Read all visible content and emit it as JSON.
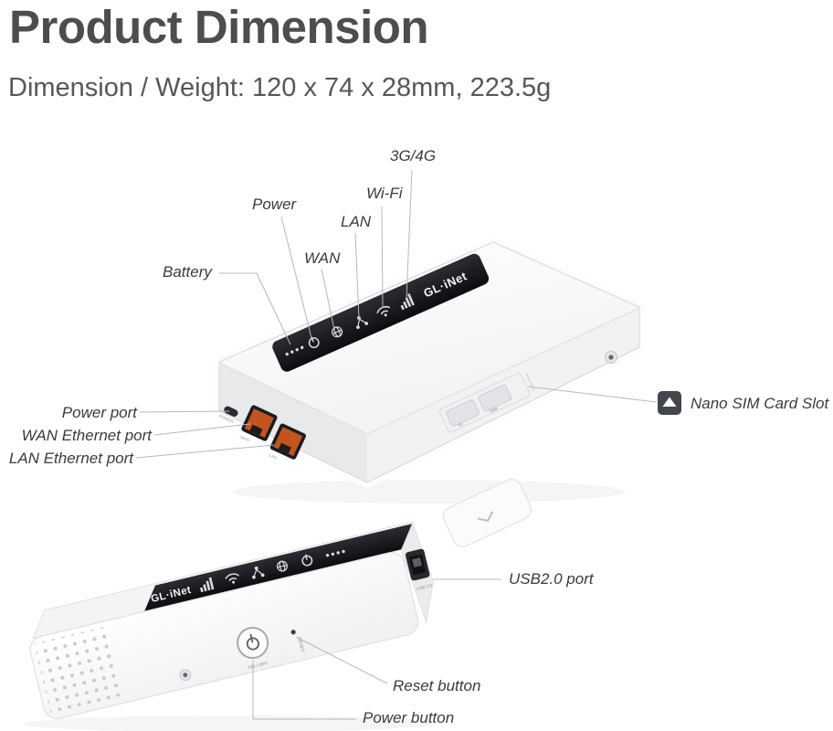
{
  "header": {
    "title": "Product Dimension",
    "subtitle": "Dimension / Weight: 120 x 74 x 28mm, 223.5g"
  },
  "callouts": {
    "battery": "Battery",
    "power": "Power",
    "wan": "WAN",
    "lan": "LAN",
    "wifi": "Wi-Fi",
    "cellular": "3G/4G",
    "power_port": "Power port",
    "wan_ethernet_port": "WAN Ethernet port",
    "lan_ethernet_port": "LAN Ethernet port",
    "nano_sim": "Nano SIM Card Slot",
    "usb": "USB2.0 port",
    "reset": "Reset button",
    "power_button": "Power button"
  },
  "device_text": {
    "brand": "GL·iNet",
    "power_port": "POWER",
    "wan_jack": "WAN",
    "lan_jack": "LAN",
    "tf_slot": "TF",
    "sim_slot": "SIM",
    "usb_label": "USB 2.0",
    "reset_label": "RESET",
    "on_off_label": "ON / OFF"
  },
  "colors": {
    "title": "#4d4d4d",
    "label": "#3b3b3b",
    "leader_line": "#b8b8b8",
    "led_strip": "#141519",
    "ethernet_port": "#c4541e",
    "sim_badge": "#43464c",
    "device_body": "#fdfdfe"
  }
}
